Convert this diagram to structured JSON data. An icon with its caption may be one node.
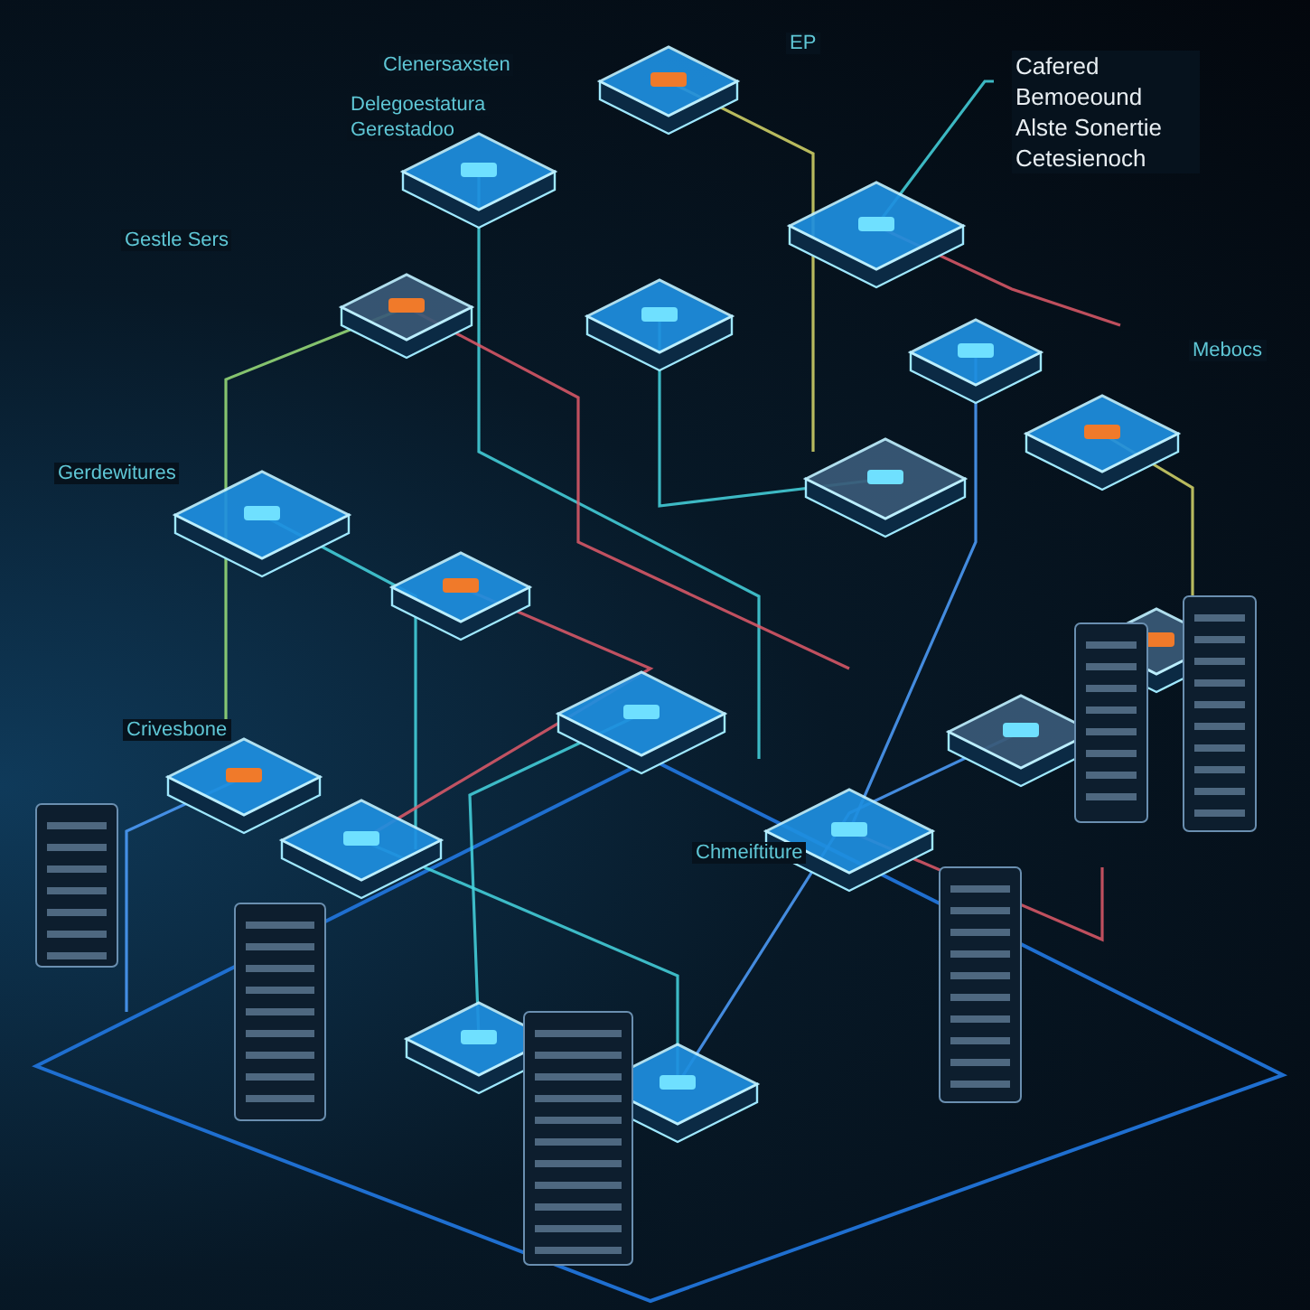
{
  "diagram": {
    "labels": [
      "Clenersaxsten",
      "EP",
      "Delegoestatura",
      "Gerestadoo",
      "Cafered Bemoeound Alste Sonertie Cetesienoch",
      "Gestle Sers",
      "Mebocs",
      "Gerdewitures",
      "Crivesbone",
      "Chmeiftiture"
    ]
  }
}
